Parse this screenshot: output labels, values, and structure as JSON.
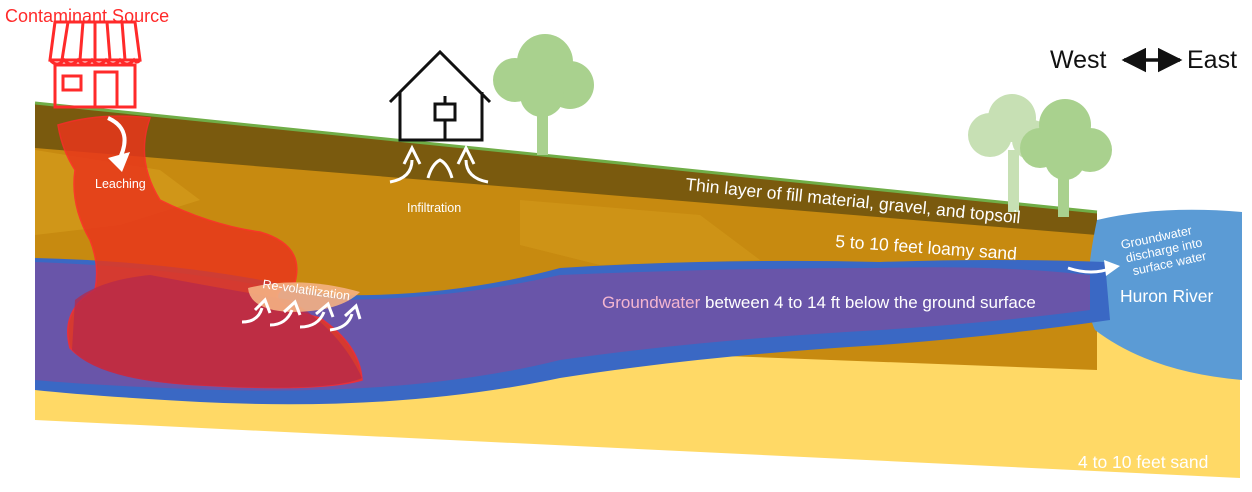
{
  "source": {
    "label": "Contaminant Source"
  },
  "compass": {
    "west": "West",
    "east": "East"
  },
  "processes": {
    "leaching": "Leaching",
    "infiltration": "Infiltration",
    "revolatilization": "Re-volatilization",
    "discharge": [
      "Groundwater",
      "discharge into",
      "surface water"
    ]
  },
  "layers": {
    "fill": "Thin layer of fill material, gravel, and topsoil",
    "loamy": "5 to 10 feet loamy sand",
    "groundwater": "Groundwater between 4 to 14 ft below the ground surface",
    "river": "Huron River",
    "sand": "4 to 10 feet sand"
  },
  "colors": {
    "source_red": "#ff2a2a",
    "plume_red": "#e8361b",
    "sand_yellow": "#ffd966",
    "loamy_orange": "#c78a10",
    "fill_brown": "#7a5a0e",
    "groundwater_blue": "#3a68c4",
    "river_blue": "#5b9bd5",
    "tree_green": "#a9d18e",
    "ground_line_green": "#70ad47"
  }
}
